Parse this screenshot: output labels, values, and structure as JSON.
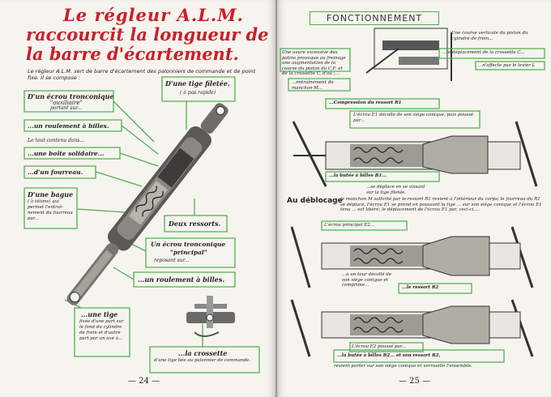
{
  "left_page": {
    "title_lines": [
      "Le régleur A.L.M.",
      "raccourcit la longueur de",
      "la barre d'écartement."
    ],
    "intro": "Le régleur A.L.M. sert de barre d'écartement des palonniers de commande et de point fixe. Il se compose :",
    "labels": {
      "ecrou_1": "D'un écrou tronconique",
      "ecrou_1_sub": "\"auxiliaire\"",
      "ecrou_1_sub2": "portant sur...",
      "tige": "D'une tige filetée.",
      "tige_sub": "( à pas rapide)",
      "roulement_1": "...un roulement à billes.",
      "contenu": "Le tout contenu dans...",
      "boite": "...une boîte solidaire...",
      "fourreau": "...d'un fourreau.",
      "bague": "D'une bague",
      "bague_sub": "( à tétons) qui permet l'entraî-nement du fourreau par...",
      "ressorts": "Deux ressorts.",
      "ecrou_2": "Un écrou tronconique",
      "ecrou_2_sub": "\"principal\"",
      "ecrou_2_sub2": "reposant sur...",
      "roulement_2": "...un roulement à billes.",
      "une_tige": "...une tige",
      "une_tige_sub": "fixée d'une part sur le fond du cylindre de frein et d'autre part par un axe à...",
      "crossette": "...la crossette",
      "crossette_sub": "d'une tige liée au palonnier de commande."
    },
    "page_number": "— 24 —"
  },
  "right_page": {
    "title": "FONCTIONNEMENT",
    "texts": {
      "usure": "Une usure excessive des patins provoque au freinage une augmentation de la course du piston du C.F. et de la crossette C, d'où ;...",
      "course": "Une course verticale du piston du cylindre de frein...",
      "deplacement": "...le déplacement de la crossette C...",
      "affecte": "...n'affecte pas le levier L",
      "entrainement": "...entraînement du manchon M...",
      "compression": "...Compression du ressort R1",
      "ecrou_e1": "L'écrou E1 décolle de son siège conique, puis poussé par...",
      "butee_b1": "...la butée à billes B1...",
      "deplace": "...se déplace en se vissant sur la tige filetée.",
      "deblocage_title": "Au déblocage",
      "deblocage_text": "le manchon M sollicité par le ressort R1 revient à l'intérieur du corps; le fourreau du R1 se déplace, l'écrou E1 se prend en poussant la tige ... sur son siège conique et l'écrou E1 tenu ... est libéré; le déplacement de l'écrou E1 par, ceci-ci,...",
      "ecrou_e2": "L'écrou principal E2...",
      "tour": "...a un tour décollé de son siège conique et comprime...",
      "ressort_r2": "...le ressort R2",
      "ecrou_e2_pousse": "L'écrou E2 poussé par...",
      "butee_b2": "...la butée à billes B2... et son ressort R2,",
      "revient": "revient porter sur son siège conique et verrouille l'ensemble."
    },
    "page_number": "— 25 —"
  },
  "colors": {
    "title_red": "#c8202a",
    "frame_green": "#4fb04f",
    "paper": "#f6f4ee",
    "ink": "#222222"
  }
}
